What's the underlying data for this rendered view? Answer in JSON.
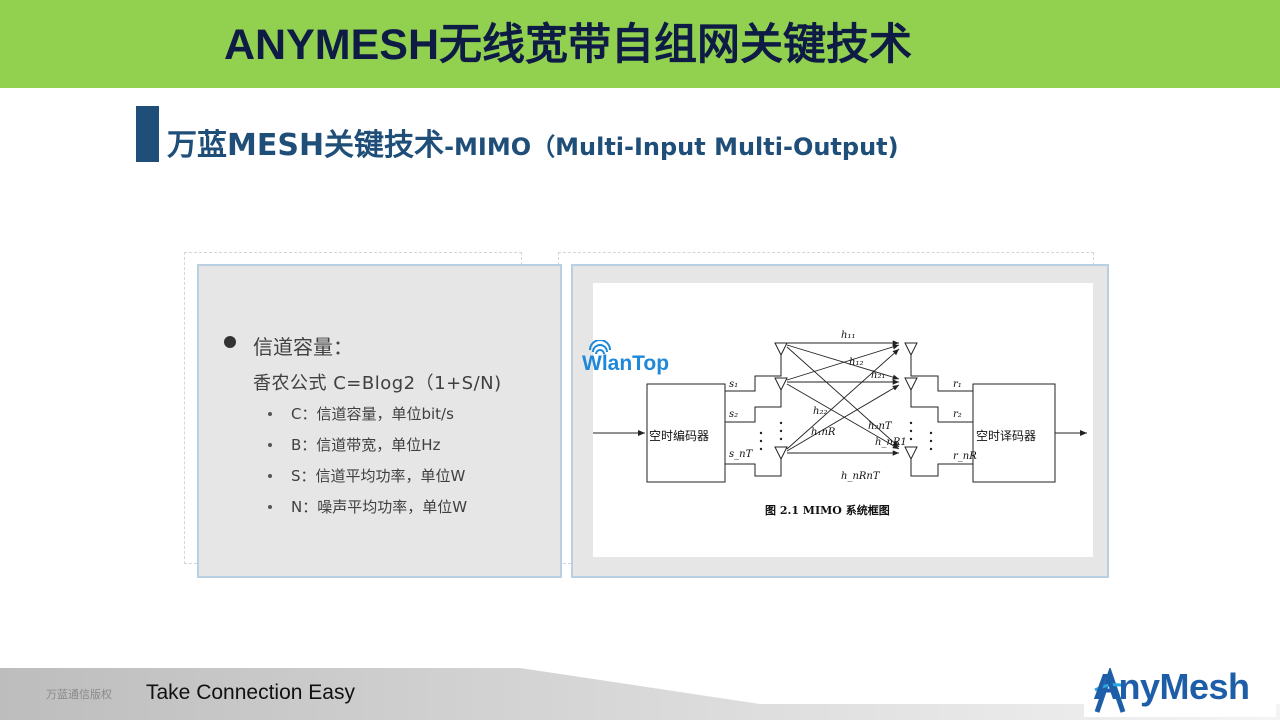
{
  "header": {
    "title": "ANYMESH无线宽带自组网关键技术"
  },
  "subtitle": {
    "prefix": "万蓝MESH关键技术",
    "suffix": "-MIMO（Multi-Input Multi-Output)"
  },
  "left_panel": {
    "capacity": "信道容量：",
    "formula": "香农公式  C=Blog2（1+S/N)",
    "definitions": [
      "C：信道容量，单位bit/s",
      "B：信道带宽，单位Hz",
      "S：信道平均功率，单位W",
      "N：噪声平均功率，单位W"
    ]
  },
  "diagram": {
    "watermark": "WlanTop",
    "encoder": "空时编码器",
    "decoder": "空时译码器",
    "caption": "图 2.1 MIMO 系统框图",
    "inputs": [
      "s₁",
      "s₂",
      "s_nT"
    ],
    "outputs": [
      "r₁",
      "r₂",
      "r_nR"
    ],
    "channels": [
      "h₁₁",
      "h₁₂",
      "h₂₁",
      "h₂₂",
      "h₁nR",
      "h₂nT",
      "h_nR1",
      "h_nRnT"
    ]
  },
  "footer": {
    "copyright": "万蓝通信版权",
    "slogan": "Take Connection Easy",
    "brand": "AnyMesh"
  },
  "colors": {
    "header_green": "#92d050",
    "title_navy": "#0d1b45",
    "accent_blue": "#1f4e79",
    "panel_gray": "#e6e6e6",
    "brand_blue": "#1e5ea8"
  }
}
